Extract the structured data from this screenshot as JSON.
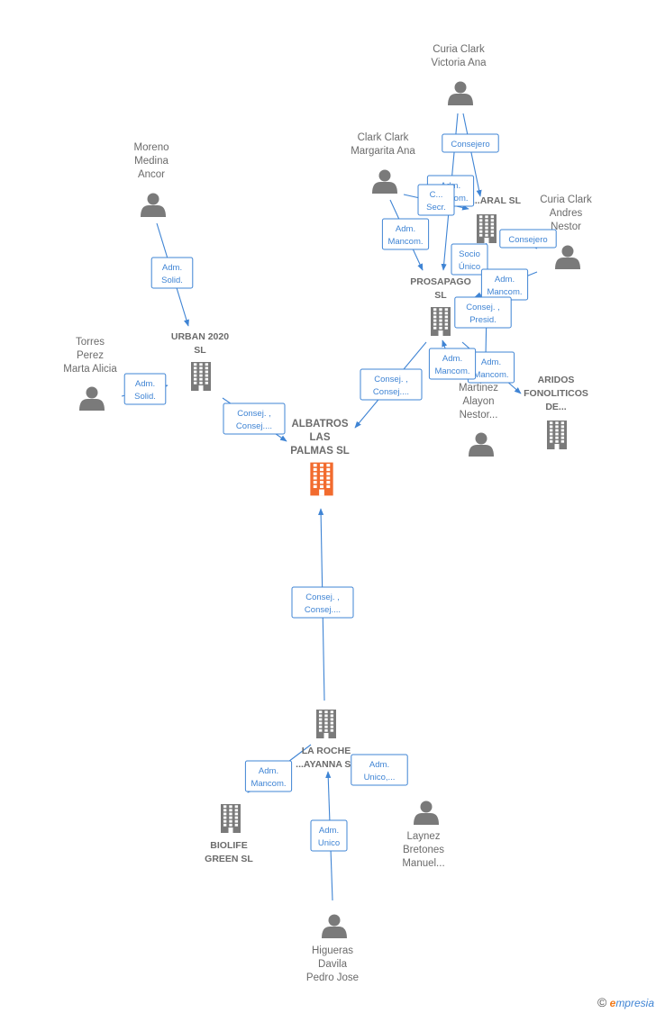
{
  "nodes": [
    {
      "id": "albatros",
      "kind": "company",
      "focus": true,
      "label": [
        "ALBATROS",
        "LAS",
        "PALMAS  SL"
      ]
    },
    {
      "id": "urban",
      "kind": "company",
      "label": [
        "URBAN 2020",
        "SL"
      ]
    },
    {
      "id": "prosapago",
      "kind": "company",
      "label": [
        "PROSAPAGO",
        "SL"
      ]
    },
    {
      "id": "caral",
      "kind": "company",
      "label": [
        "...ARAL SL"
      ]
    },
    {
      "id": "aridos",
      "kind": "company",
      "label": [
        "ARIDOS",
        "FONOLITICOS",
        "DE..."
      ]
    },
    {
      "id": "laroche",
      "kind": "company",
      "label": [
        "LA ROCHE",
        "...AYANNA  SL"
      ]
    },
    {
      "id": "biolife",
      "kind": "company",
      "label": [
        "BIOLIFE",
        "GREEN  SL"
      ]
    },
    {
      "id": "moreno",
      "kind": "person",
      "label": [
        "Moreno",
        "Medina",
        "Ancor"
      ]
    },
    {
      "id": "torres",
      "kind": "person",
      "label": [
        "Torres",
        "Perez",
        "Marta Alicia"
      ]
    },
    {
      "id": "curia_victoria",
      "kind": "person",
      "label": [
        "Curia Clark",
        "Victoria Ana"
      ]
    },
    {
      "id": "clark_margarita",
      "kind": "person",
      "label": [
        "Clark Clark",
        "Margarita Ana"
      ]
    },
    {
      "id": "curia_andres",
      "kind": "person",
      "label": [
        "Curia Clark",
        "Andres",
        "Nestor"
      ]
    },
    {
      "id": "martinez",
      "kind": "person",
      "label": [
        "Martinez",
        "Alayon",
        "Nestor..."
      ]
    },
    {
      "id": "laynez",
      "kind": "person",
      "label": [
        "Laynez",
        "Bretones",
        "Manuel..."
      ]
    },
    {
      "id": "higueras",
      "kind": "person",
      "label": [
        "Higueras",
        "Davila",
        "Pedro Jose"
      ]
    }
  ],
  "edges": [
    {
      "id": "moreno-urban",
      "label": [
        "Adm.",
        "Solid."
      ]
    },
    {
      "id": "torres-urban",
      "label": [
        "Adm.",
        "Solid."
      ]
    },
    {
      "id": "urban-albatros",
      "label": [
        "Consej. ,",
        "Consej...."
      ]
    },
    {
      "id": "prosapago-albatros",
      "label": [
        "Consej. ,",
        "Consej...."
      ]
    },
    {
      "id": "laroche-albatros",
      "label": [
        "Consej. ,",
        "Consej...."
      ]
    },
    {
      "id": "victoria-caral",
      "label": [
        "Consejero"
      ]
    },
    {
      "id": "victoria-prosapago",
      "label": [
        "Adm.",
        "Mancom."
      ]
    },
    {
      "id": "margarita-caral",
      "label": [
        "C...",
        "Secr."
      ]
    },
    {
      "id": "margarita-prosapago",
      "label": [
        "Adm.",
        "Mancom."
      ]
    },
    {
      "id": "andres-caral",
      "label": [
        "Consejero"
      ]
    },
    {
      "id": "caral-prosapago",
      "label": [
        "Socio",
        "Único"
      ]
    },
    {
      "id": "andres-prosapago",
      "label": [
        "Adm.",
        "Mancom."
      ]
    },
    {
      "id": "martinez-prosapago",
      "label": [
        "Consej. ,",
        "Presid."
      ]
    },
    {
      "id": "martinez-aridos",
      "label": [
        "Adm.",
        "Mancom."
      ]
    },
    {
      "id": "martinez-prosapago2",
      "label": [
        "Adm.",
        "Mancom."
      ]
    },
    {
      "id": "laroche-biolife",
      "label": [
        "Adm.",
        "Mancom."
      ]
    },
    {
      "id": "laynez-laroche",
      "label": [
        "Adm.",
        "Unico,..."
      ]
    },
    {
      "id": "higueras-laroche",
      "label": [
        "Adm.",
        "Unico"
      ]
    }
  ],
  "colors": {
    "edge": "#3f84d4",
    "icon": "#7a7a7a",
    "focus": "#f26b2e",
    "label": "#6b6b6b"
  },
  "brand": {
    "copyright": "©",
    "first_letter": "e",
    "rest": "mpresia"
  }
}
